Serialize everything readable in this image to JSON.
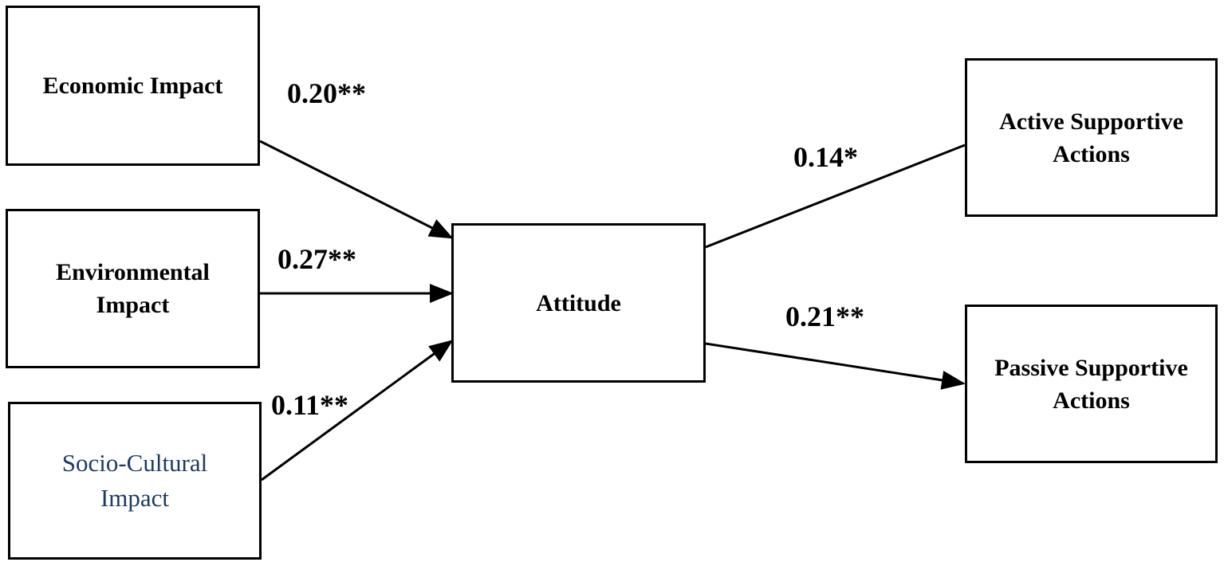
{
  "nodes": {
    "economic": {
      "label": "Economic Impact"
    },
    "environmental": {
      "label": "Environmental\nImpact"
    },
    "socio_cultural": {
      "label": "Socio-Cultural\nImpact",
      "color": "#1f3a5f"
    },
    "attitude": {
      "label": "Attitude"
    },
    "active": {
      "label": "Active Supportive\nActions"
    },
    "passive": {
      "label": "Passive Supportive\nActions"
    }
  },
  "edges": {
    "economic_to_attitude": {
      "from": "Economic Impact",
      "to": "Attitude",
      "label": "0.20**"
    },
    "environmental_to_attitude": {
      "from": "Environmental Impact",
      "to": "Attitude",
      "label": "0.27**"
    },
    "socio_cultural_to_attitude": {
      "from": "Socio-Cultural Impact",
      "to": "Attitude",
      "label": "0.11**"
    },
    "attitude_to_active": {
      "from": "Attitude",
      "to": "Active Supportive Actions",
      "label": "0.14*"
    },
    "attitude_to_passive": {
      "from": "Attitude",
      "to": "Passive Supportive Actions",
      "label": "0.21**"
    }
  }
}
